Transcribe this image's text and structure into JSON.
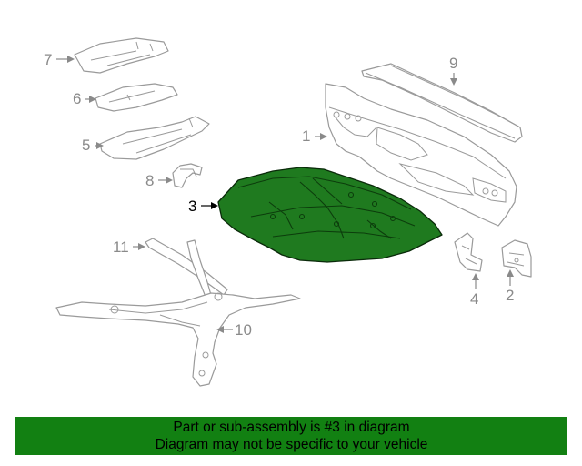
{
  "diagram": {
    "callouts": [
      {
        "id": "1",
        "label": "1"
      },
      {
        "id": "2",
        "label": "2"
      },
      {
        "id": "3",
        "label": "3"
      },
      {
        "id": "4",
        "label": "4"
      },
      {
        "id": "5",
        "label": "5"
      },
      {
        "id": "6",
        "label": "6"
      },
      {
        "id": "7",
        "label": "7"
      },
      {
        "id": "8",
        "label": "8"
      },
      {
        "id": "9",
        "label": "9"
      },
      {
        "id": "10",
        "label": "10"
      },
      {
        "id": "11",
        "label": "11"
      }
    ],
    "highlighted_part": "3",
    "highlight_color": "#1f7a1f"
  },
  "banner": {
    "line1": "Part or sub-assembly is #3 in diagram",
    "line2": "Diagram may not be specific to your vehicle",
    "background": "#128012"
  }
}
